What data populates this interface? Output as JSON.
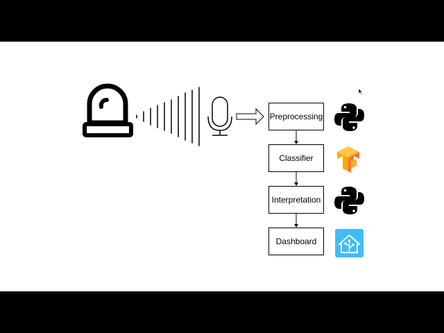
{
  "pipeline": {
    "steps": [
      {
        "label": "Preprocessing",
        "icon": "python-logo-icon"
      },
      {
        "label": "Classifier",
        "icon": "tensorflow-logo-icon"
      },
      {
        "label": "Interpretation",
        "icon": "python-logo-icon"
      },
      {
        "label": "Dashboard",
        "icon": "home-assistant-logo-icon"
      }
    ]
  },
  "icons": {
    "alarm": "alarm-light-icon",
    "sound": "sound-wave-icon",
    "microphone": "microphone-icon",
    "arrow": "hollow-arrow-right-icon",
    "cursor": "mouse-cursor-icon"
  },
  "colors": {
    "letterbox": "#000000",
    "slide": "#ffffff",
    "tensorflow_light": "#ffb01f",
    "tensorflow_dark": "#f0712c",
    "home_assistant": "#41bdf5"
  }
}
